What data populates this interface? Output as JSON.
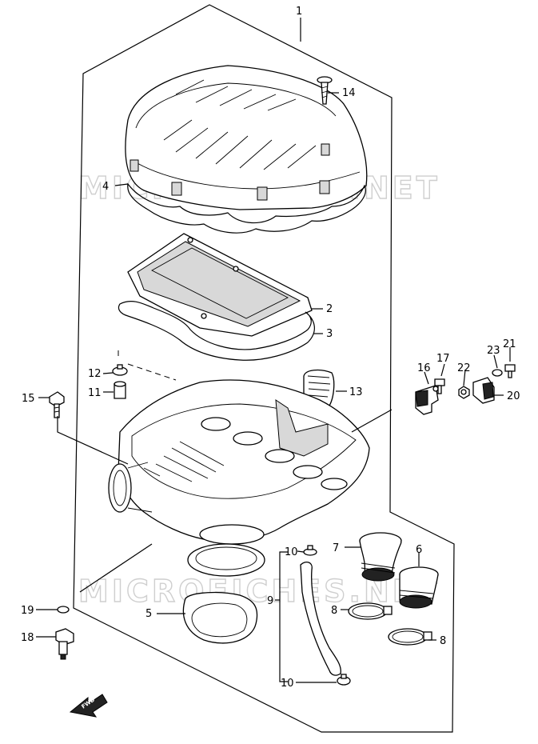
{
  "watermark": {
    "text": "MICROFICHES.NET"
  },
  "fwd_arrow": {
    "text": "FWD"
  },
  "callouts": [
    {
      "id": "1",
      "label": "1"
    },
    {
      "id": "14",
      "label": "14"
    },
    {
      "id": "4",
      "label": "4"
    },
    {
      "id": "2",
      "label": "2"
    },
    {
      "id": "3",
      "label": "3"
    },
    {
      "id": "12",
      "label": "12"
    },
    {
      "id": "11",
      "label": "11"
    },
    {
      "id": "15",
      "label": "15"
    },
    {
      "id": "13",
      "label": "13"
    },
    {
      "id": "16",
      "label": "16"
    },
    {
      "id": "17",
      "label": "17"
    },
    {
      "id": "22",
      "label": "22"
    },
    {
      "id": "23",
      "label": "23"
    },
    {
      "id": "21",
      "label": "21"
    },
    {
      "id": "20",
      "label": "20"
    },
    {
      "id": "7",
      "label": "7"
    },
    {
      "id": "6",
      "label": "6"
    },
    {
      "id": "10a",
      "label": "10"
    },
    {
      "id": "9",
      "label": "9"
    },
    {
      "id": "8a",
      "label": "8"
    },
    {
      "id": "8b",
      "label": "8"
    },
    {
      "id": "10b",
      "label": "10"
    },
    {
      "id": "19",
      "label": "19"
    },
    {
      "id": "18",
      "label": "18"
    },
    {
      "id": "5",
      "label": "5"
    }
  ]
}
